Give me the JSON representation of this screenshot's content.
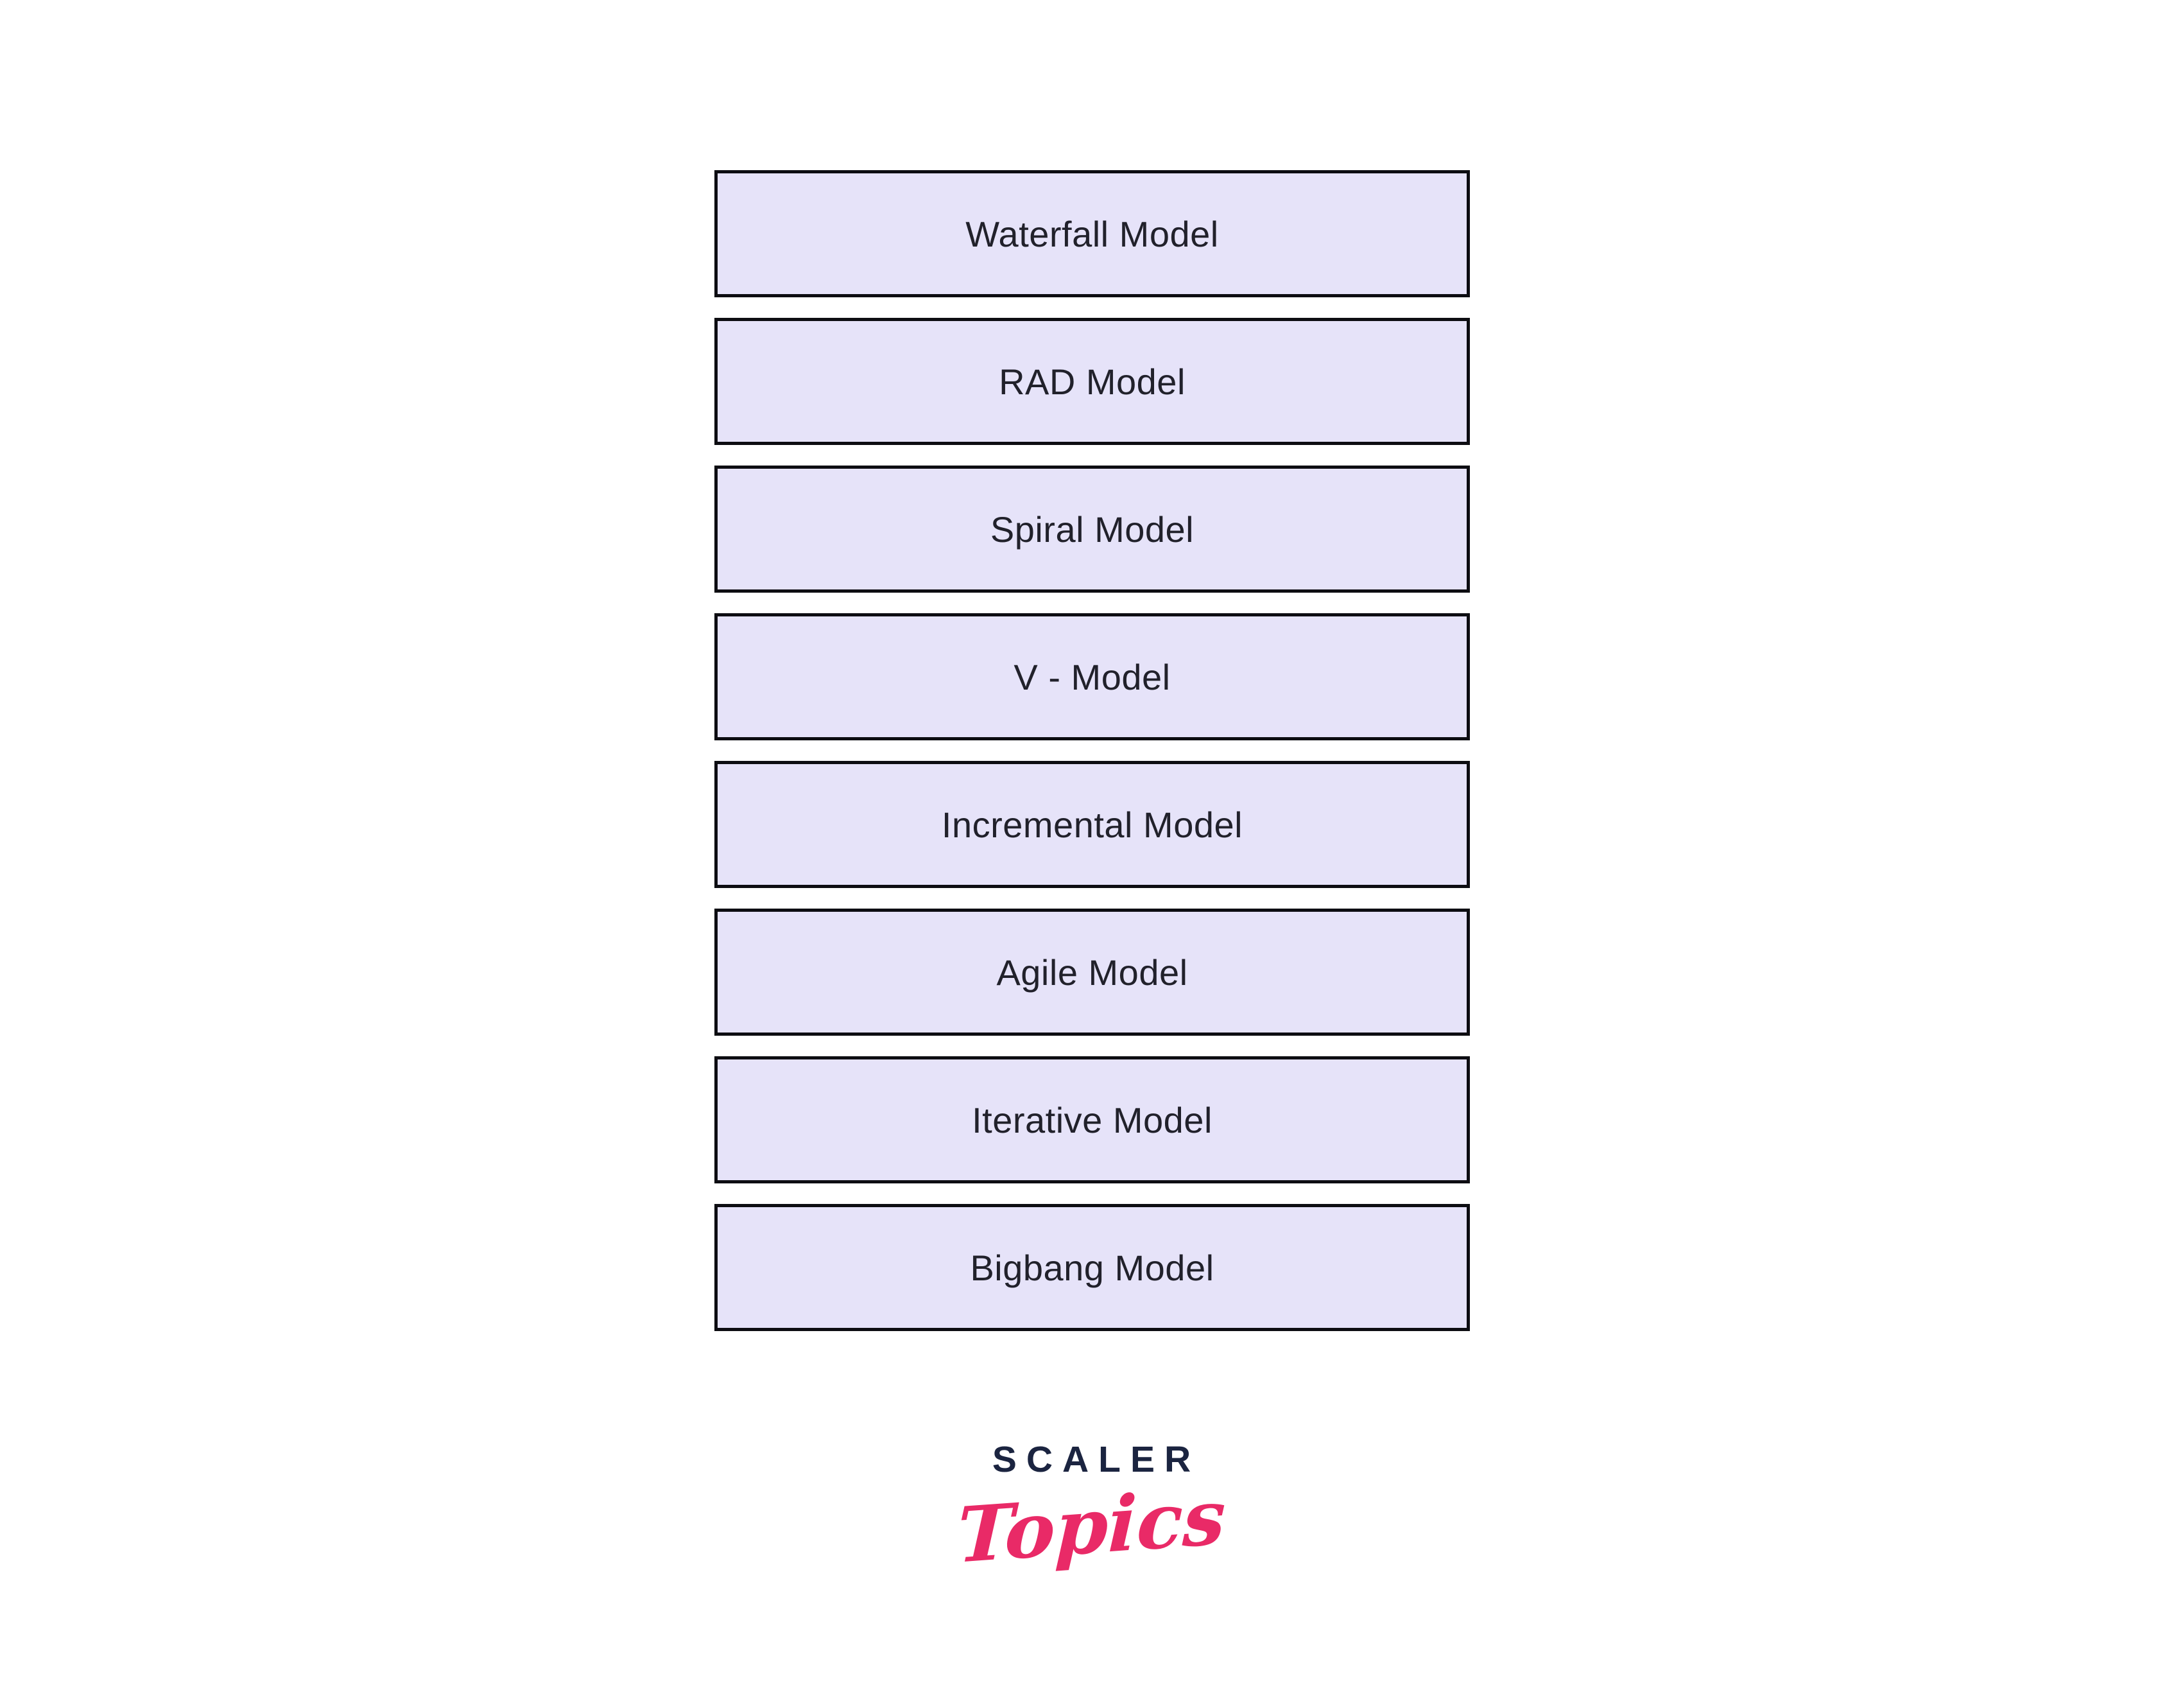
{
  "models": [
    {
      "label": "Waterfall Model"
    },
    {
      "label": "RAD Model"
    },
    {
      "label": "Spiral Model"
    },
    {
      "label": "V - Model"
    },
    {
      "label": "Incremental Model"
    },
    {
      "label": "Agile Model"
    },
    {
      "label": "Iterative Model"
    },
    {
      "label": "Bigbang Model"
    }
  ],
  "logo": {
    "brand": "SCALER",
    "wordmark": "Topics"
  },
  "colors": {
    "background": "#FFFFFF",
    "box_fill": "#E6E3F9",
    "box_border": "#0D0D12",
    "box_text": "#21212B",
    "brand_navy": "#1B2440",
    "brand_pink": "#E92A67"
  }
}
